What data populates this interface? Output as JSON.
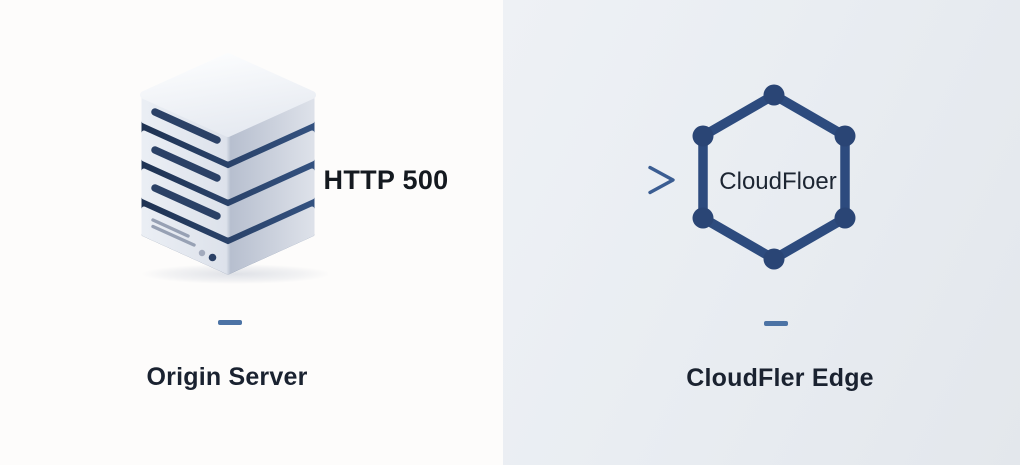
{
  "colors": {
    "canvas_left_bg": "#fdfcfb",
    "canvas_right_bg": "#e9edf2",
    "accent_navy": "#2d4b7e",
    "node_navy": "#2a4575",
    "slot_navy": "#2b4166",
    "arrow_blue": "#3b5d92",
    "dash_blue": "#4c73a5",
    "heading_dark": "#14191f",
    "label_dark": "#1a2230"
  },
  "origin": {
    "label": "Origin Server",
    "icon": "server-stack-icon"
  },
  "connection": {
    "status_label": "HTTP 500"
  },
  "edge": {
    "hexagon_label": "CloudFloer",
    "label": "CloudFler Edge",
    "icon": "hexagon-network-icon"
  }
}
